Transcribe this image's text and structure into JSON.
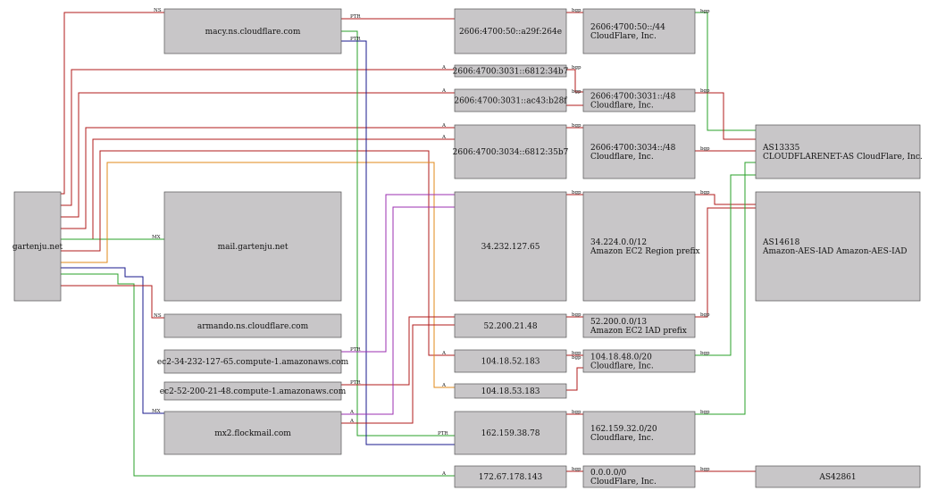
{
  "colors": {
    "red": "#b21b1b",
    "green": "#2aa02a",
    "navy": "#1a1a8c",
    "purple": "#9b2fb0",
    "orange": "#e08a1a",
    "node_fill": "#c8c6c8",
    "node_border": "#555555"
  },
  "nodes": {
    "gartenju": {
      "lines": [
        "gartenju.net"
      ]
    },
    "macy": {
      "lines": [
        "macy.ns.cloudflare.com"
      ]
    },
    "mail": {
      "lines": [
        "mail.gartenju.net"
      ]
    },
    "armando": {
      "lines": [
        "armando.ns.cloudflare.com"
      ]
    },
    "ec2a": {
      "lines": [
        "ec2-34-232-127-65.compute-1.amazonaws.com"
      ]
    },
    "ec2b": {
      "lines": [
        "ec2-52-200-21-48.compute-1.amazonaws.com"
      ]
    },
    "mx2": {
      "lines": [
        "mx2.flockmail.com"
      ]
    },
    "ip6a": {
      "lines": [
        "2606:4700:50::a29f:264e"
      ]
    },
    "ip6b": {
      "lines": [
        "2606:4700:3031::6812:34b7"
      ]
    },
    "ip6c": {
      "lines": [
        "2606:4700:3031::ac43:b28f"
      ]
    },
    "ip6d": {
      "lines": [
        "2606:4700:3034::6812:35b7"
      ]
    },
    "ip34": {
      "lines": [
        "34.232.127.65"
      ]
    },
    "ip52": {
      "lines": [
        "52.200.21.48"
      ]
    },
    "ip104a": {
      "lines": [
        "104.18.52.183"
      ]
    },
    "ip104b": {
      "lines": [
        "104.18.53.183"
      ]
    },
    "ip162": {
      "lines": [
        "162.159.38.78"
      ]
    },
    "ip172": {
      "lines": [
        "172.67.178.143"
      ]
    },
    "pfx1": {
      "lines": [
        "2606:4700:50::/44",
        "CloudFlare, Inc."
      ]
    },
    "pfx2": {
      "lines": [
        "2606:4700:3031::/48",
        "Cloudflare, Inc."
      ]
    },
    "pfx3": {
      "lines": [
        "2606:4700:3034::/48",
        "Cloudflare, Inc."
      ]
    },
    "pfx4": {
      "lines": [
        "34.224.0.0/12",
        "Amazon EC2 Region prefix"
      ]
    },
    "pfx5": {
      "lines": [
        "52.200.0.0/13",
        "Amazon EC2 IAD prefix"
      ]
    },
    "pfx6": {
      "lines": [
        "104.18.48.0/20",
        "Cloudflare, Inc."
      ]
    },
    "pfx7": {
      "lines": [
        "162.159.32.0/20",
        "Cloudflare, Inc."
      ]
    },
    "pfx8": {
      "lines": [
        "0.0.0.0/0",
        "CloudFlare, Inc."
      ]
    },
    "as13335": {
      "lines": [
        "AS13335",
        "CLOUDFLARENET-AS CloudFlare, Inc."
      ]
    },
    "as14618": {
      "lines": [
        "AS14618",
        "Amazon-AES-IAD Amazon-AES-IAD"
      ]
    },
    "as42861": {
      "lines": [
        "AS42861"
      ]
    }
  },
  "edges": [
    {
      "from": "gartenju",
      "to": "macy",
      "label": "NS",
      "color": "red"
    },
    {
      "from": "gartenju",
      "to": "ip6a",
      "label": "A",
      "color": "red"
    },
    {
      "from": "gartenju",
      "to": "ip6b",
      "label": "A",
      "color": "red"
    },
    {
      "from": "gartenju",
      "to": "ip6c",
      "label": "A",
      "color": "red"
    },
    {
      "from": "gartenju",
      "to": "ip6d",
      "label": "A",
      "color": "red"
    },
    {
      "from": "gartenju",
      "to": "mail",
      "label": "MX",
      "color": "green"
    },
    {
      "from": "gartenju",
      "to": "ip104a",
      "label": "A",
      "color": "red"
    },
    {
      "from": "gartenju",
      "to": "ip104b",
      "label": "A",
      "color": "orange"
    },
    {
      "from": "gartenju",
      "to": "mx2",
      "label": "MX",
      "color": "navy"
    },
    {
      "from": "gartenju",
      "to": "ip172",
      "label": "A",
      "color": "green"
    },
    {
      "from": "gartenju",
      "to": "armando",
      "label": "NS",
      "color": "red"
    },
    {
      "from": "macy",
      "to": "ip6a",
      "label": "PTR",
      "color": "red"
    },
    {
      "from": "macy",
      "to": "ip162",
      "label": "PTR",
      "color": "green"
    },
    {
      "from": "macy",
      "to": "ip162",
      "label": "PTR",
      "color": "navy"
    },
    {
      "from": "ip34",
      "to": "ec2a",
      "label": "PTR",
      "color": "purple"
    },
    {
      "from": "ip52",
      "to": "ec2b",
      "label": "PTR",
      "color": "red"
    },
    {
      "from": "mx2",
      "to": "ip34",
      "label": "A",
      "color": "purple"
    },
    {
      "from": "mx2",
      "to": "ip52",
      "label": "A",
      "color": "red"
    },
    {
      "from": "ip6a",
      "to": "pfx1",
      "label": "bgp",
      "color": "red"
    },
    {
      "from": "ip6b",
      "to": "pfx2",
      "label": "bgp",
      "color": "red"
    },
    {
      "from": "ip6c",
      "to": "pfx2",
      "label": "bgp",
      "color": "red"
    },
    {
      "from": "ip6d",
      "to": "pfx3",
      "label": "bgp",
      "color": "red"
    },
    {
      "from": "ip34",
      "to": "pfx4",
      "label": "bgp",
      "color": "red"
    },
    {
      "from": "ip52",
      "to": "pfx5",
      "label": "bgp",
      "color": "red"
    },
    {
      "from": "ip104a",
      "to": "pfx6",
      "label": "bgp",
      "color": "red"
    },
    {
      "from": "ip104b",
      "to": "pfx6",
      "label": "bgp",
      "color": "red"
    },
    {
      "from": "ip162",
      "to": "pfx7",
      "label": "bgp",
      "color": "red"
    },
    {
      "from": "ip172",
      "to": "pfx8",
      "label": "bgp",
      "color": "red"
    },
    {
      "from": "pfx1",
      "to": "as13335",
      "label": "bgp",
      "color": "green"
    },
    {
      "from": "pfx2",
      "to": "as13335",
      "label": "bgp",
      "color": "red"
    },
    {
      "from": "pfx3",
      "to": "as13335",
      "label": "bgp",
      "color": "red"
    },
    {
      "from": "pfx4",
      "to": "as14618",
      "label": "bgp",
      "color": "red"
    },
    {
      "from": "pfx5",
      "to": "as14618",
      "label": "bgp",
      "color": "red"
    },
    {
      "from": "pfx6",
      "to": "as13335",
      "label": "bgp",
      "color": "green"
    },
    {
      "from": "pfx7",
      "to": "as13335",
      "label": "bgp",
      "color": "green"
    },
    {
      "from": "pfx8",
      "to": "as42861",
      "label": "bgp",
      "color": "red"
    }
  ]
}
